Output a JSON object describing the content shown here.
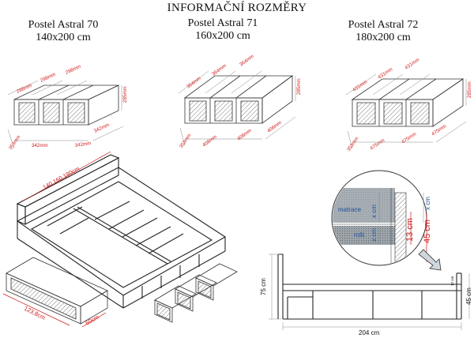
{
  "title": "INFORMAČNÍ ROZMĚRY",
  "beds": [
    {
      "name": "Postel Astral 70",
      "size": "140x200 cm",
      "drawer_width": "298mm",
      "drawer_height": "285mm",
      "drawer_length": "342mm",
      "drawer_depth": "353mm"
    },
    {
      "name": "Postel Astral 71",
      "size": "160x200 cm",
      "drawer_width": "364mm",
      "drawer_height": "285mm",
      "drawer_length": "408mm",
      "drawer_depth": "353mm"
    },
    {
      "name": "Postel Astral 72",
      "size": "180x200 cm",
      "drawer_width": "431mm",
      "drawer_height": "285mm",
      "drawer_length": "475mm",
      "drawer_depth": "353mm"
    }
  ],
  "bed_3d": {
    "width_label": "140,160,180cm",
    "drawer_length": "123,8cm",
    "drawer_depth": "60cm"
  },
  "section": {
    "mattress_label": "matrace",
    "slats_label": "rošt",
    "x_unit": "x cm",
    "dim_13": "13 cm",
    "dim_45": "45 cm",
    "dim_75": "75 cm",
    "dim_204": "204 cm",
    "dim_45_side": "45 cm",
    "dim_small": "12 cm"
  }
}
